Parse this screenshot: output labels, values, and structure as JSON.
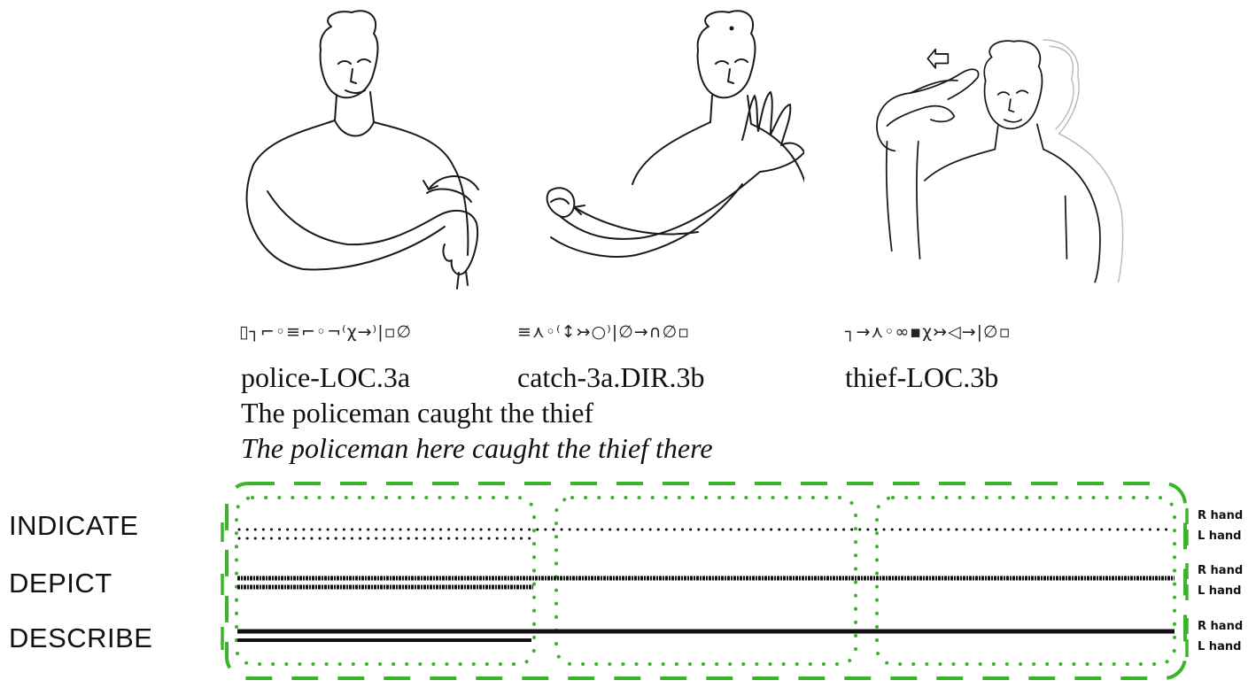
{
  "figures": [
    {
      "icon": "signer-police-sign"
    },
    {
      "icon": "signer-catch-sign"
    },
    {
      "icon": "signer-thief-sign"
    }
  ],
  "notation": [
    "▯┐⌐◦≡⌐◦¬⁽χ→⁾|▫∅",
    "≡⋏◦⁽↕↣○⁾|∅→∩∅▫",
    "┐→⋏◦∞▪χ↣◁→|∅▫"
  ],
  "glosses": [
    "police-LOC.3a",
    "catch-3a.DIR.3b",
    "thief-LOC.3b"
  ],
  "translation": {
    "plain": "The policeman caught the thief",
    "italic": "The policeman here caught the thief there"
  },
  "rows": [
    {
      "label": "INDICATE",
      "style": "dotted"
    },
    {
      "label": "DEPICT",
      "style": "rough"
    },
    {
      "label": "DESCRIBE",
      "style": "solid"
    }
  ],
  "hands": {
    "right": "R hand",
    "left": "L hand"
  },
  "colors": {
    "box": "#3ab52a",
    "line": "#111111"
  }
}
